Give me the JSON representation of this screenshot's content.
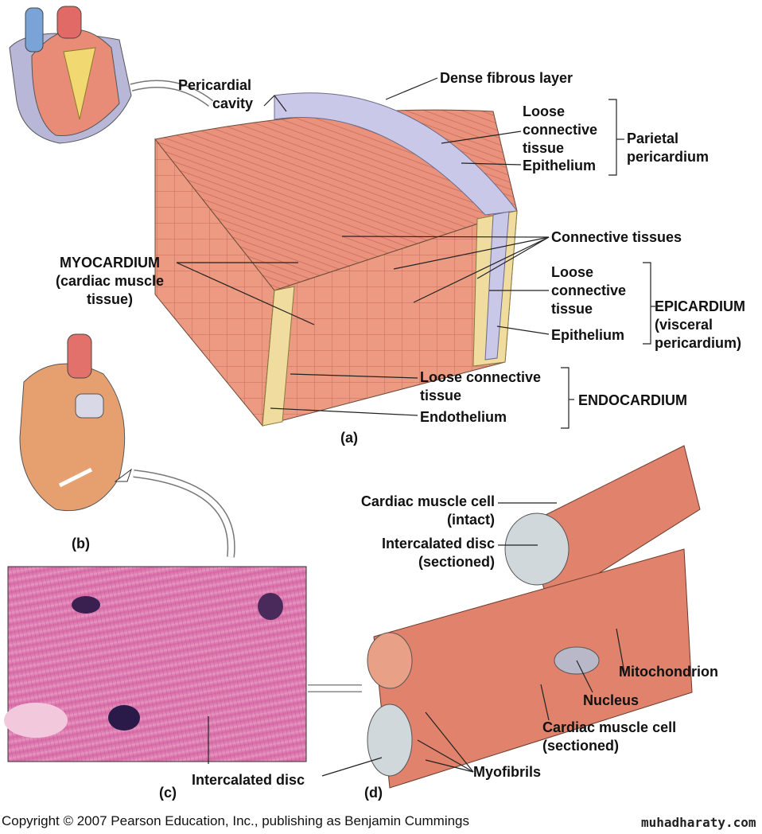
{
  "labels": {
    "pericardial_cavity": [
      "Pericardial",
      "cavity"
    ],
    "dense_fibrous_layer": "Dense fibrous layer",
    "parietal_loose_ct": [
      "Loose",
      "connective",
      "tissue"
    ],
    "parietal_epithelium": "Epithelium",
    "parietal_pericardium": [
      "Parietal",
      "pericardium"
    ],
    "connective_tissues": "Connective tissues",
    "myocardium": [
      "MYOCARDIUM",
      "(cardiac muscle",
      "tissue)"
    ],
    "epicardium_loose_ct": [
      "Loose",
      "connective",
      "tissue"
    ],
    "epicardium_epithelium": "Epithelium",
    "epicardium": [
      "EPICARDIUM",
      "(visceral",
      "pericardium)"
    ],
    "endocardium_loose_ct": [
      "Loose connective",
      "tissue"
    ],
    "endothelium": "Endothelium",
    "endocardium": "ENDOCARDIUM",
    "panel_a": "(a)",
    "panel_b": "(b)",
    "panel_c": "(c)",
    "panel_d": "(d)",
    "cardiac_cell_intact": [
      "Cardiac muscle cell",
      "(intact)"
    ],
    "intercalated_disc_sectioned": [
      "Intercalated disc",
      "(sectioned)"
    ],
    "mitochondrion": "Mitochondrion",
    "nucleus": "Nucleus",
    "cardiac_cell_sectioned": [
      "Cardiac muscle cell",
      "(sectioned)"
    ],
    "myofibrils": "Myofibrils",
    "intercalated_disc": "Intercalated disc"
  },
  "footer": {
    "copyright": "Copyright © 2007 Pearson Education, Inc., publishing as Benjamin Cummings",
    "watermark": "muhadharaty.com"
  },
  "colors": {
    "muscle": "#e8907a",
    "connective": "#f1dca0",
    "epithelium": "#c9c8e8",
    "micrograph": "#e07ab0"
  }
}
